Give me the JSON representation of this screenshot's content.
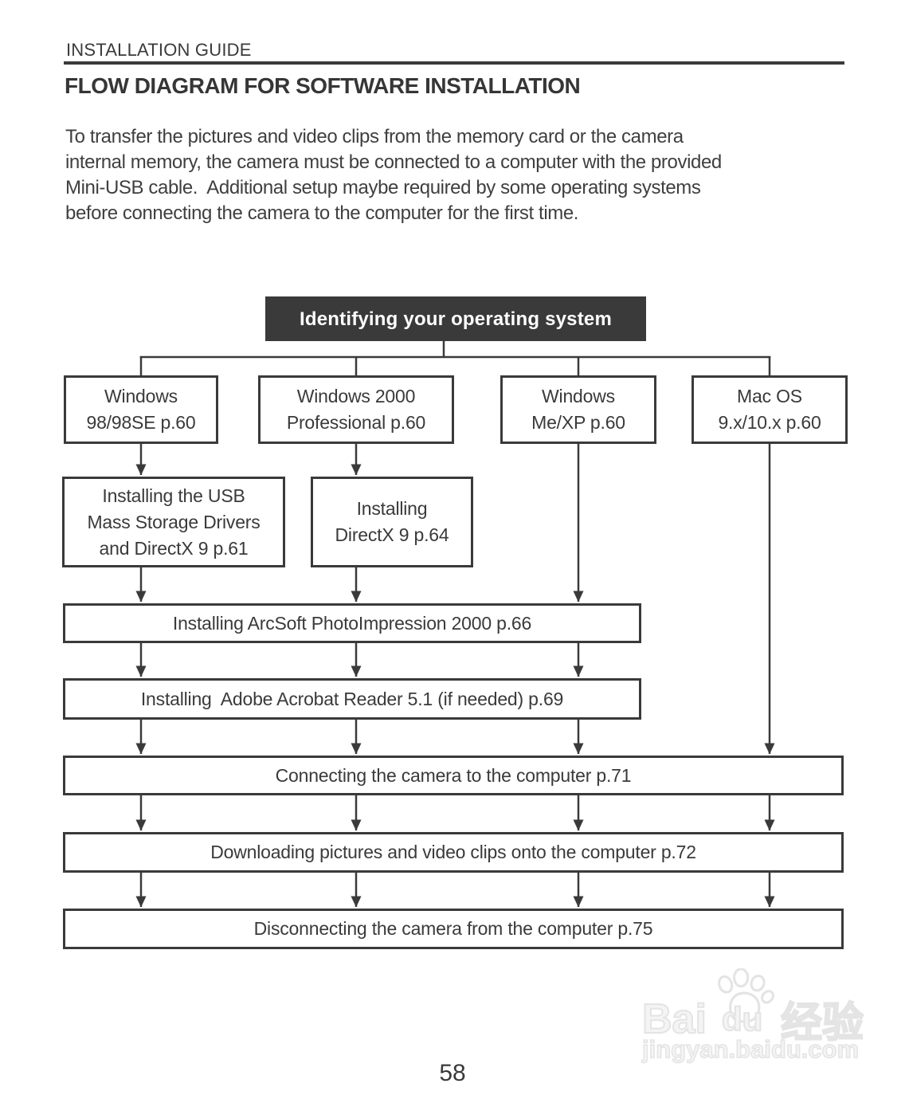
{
  "page": {
    "header_label": "INSTALLATION GUIDE",
    "title": "FLOW DIAGRAM FOR SOFTWARE INSTALLATION",
    "intro": "To transfer the pictures and video clips from the memory card or the camera\ninternal memory, the camera must be connected to a computer with the provided\nMini-USB cable.  Additional setup maybe required by some operating systems\nbefore connecting the camera to the computer for the first time.",
    "page_number": "58"
  },
  "diagram": {
    "root_label": "Identifying your operating system",
    "os": [
      "Windows\n98/98SE p.60",
      "Windows 2000\nProfessional p.60",
      "Windows\nMe/XP p.60",
      "Mac OS\n9.x/10.x p.60"
    ],
    "steps": {
      "usb": "Installing the USB\nMass Storage Drivers\nand DirectX 9 p.61",
      "directx": "Installing\nDirectX 9 p.64",
      "arcsoft": "Installing ArcSoft PhotoImpression 2000 p.66",
      "acrobat": "Installing  Adobe Acrobat Reader 5.1 (if needed) p.69",
      "connect": "Connecting the camera to the computer p.71",
      "download": "Downloading pictures and video clips onto the computer p.72",
      "disconnect": "Disconnecting the camera from the computer p.75"
    }
  },
  "watermark": {
    "brand_latin_1": "Bai",
    "brand_latin_2": "du",
    "brand_cn": "经验",
    "site": "jingyan.baidu.com"
  },
  "colors": {
    "ink": "#3a3a3a",
    "watermark_gray": "#e4e4e4"
  }
}
